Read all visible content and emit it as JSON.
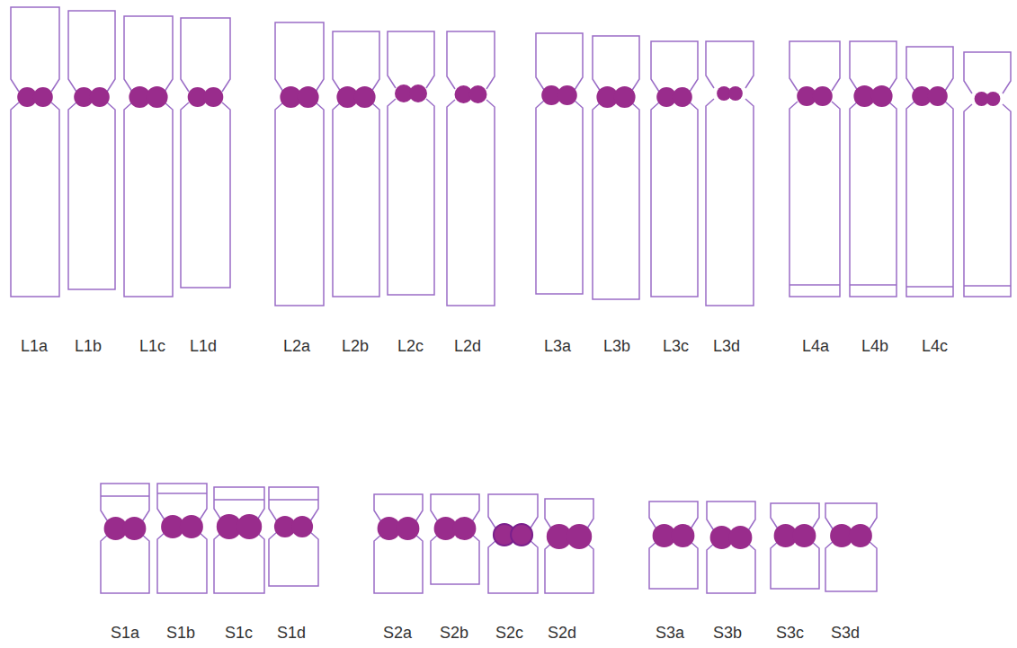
{
  "diagram": {
    "labels": [
      "L1a",
      "L1b",
      "L1c",
      "L1d",
      "L2a",
      "L2b",
      "L2c",
      "L2d",
      "L3a",
      "L3b",
      "L3c",
      "L3d",
      "L4a",
      "L4b",
      "L4c",
      "S1a",
      "S1b",
      "S1c",
      "S1d",
      "S2a",
      "S2b",
      "S2c",
      "S2d",
      "S3a",
      "S3b",
      "S3c",
      "S3d"
    ]
  }
}
